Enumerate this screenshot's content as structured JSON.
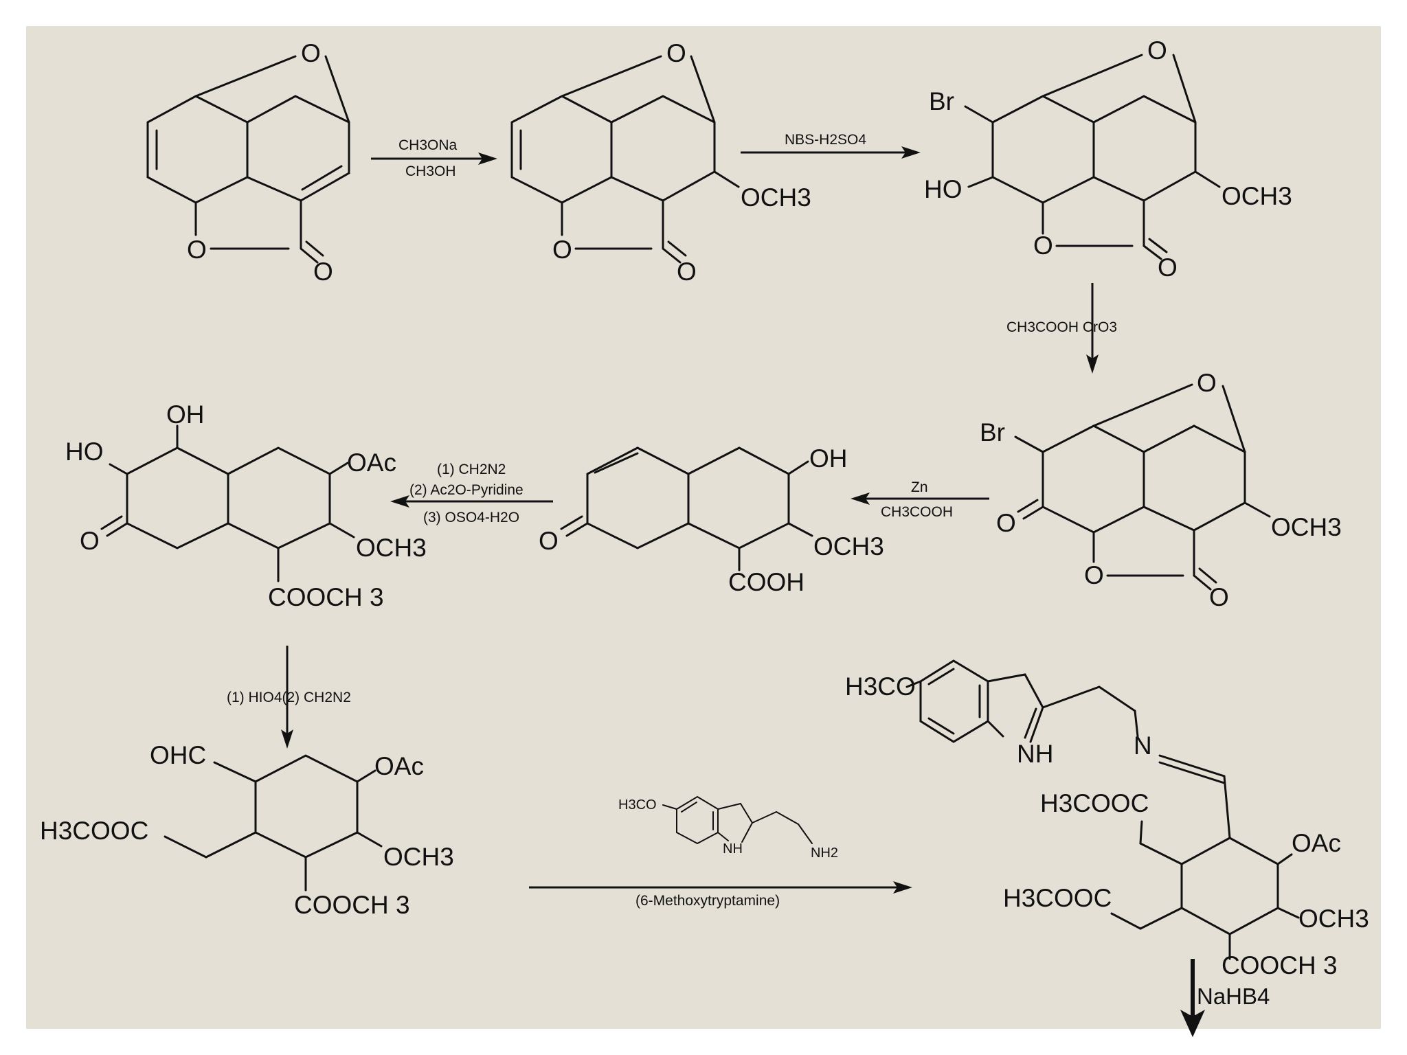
{
  "colors": {
    "panel": "#e4e0d6",
    "ink": "#111111",
    "page": "#ffffff"
  },
  "labels": {
    "o": "O",
    "och3": "OCH3",
    "br": "Br",
    "ho": "HO",
    "oh": "OH",
    "oac": "OAc",
    "cooh": "COOH",
    "cooch3": "COOCH 3",
    "ohc": "OHC",
    "h3cooc": "H3COOC",
    "h3co": "H3CO",
    "nh": "NH",
    "n": "N",
    "nh2": "NH2"
  },
  "reagents": {
    "step1_top": "CH3ONa",
    "step1_bottom": "CH3OH",
    "step2": "NBS-H2SO4",
    "step3": "CH3COOH CrO3",
    "step4_top": "Zn",
    "step4_bottom": "CH3COOH",
    "step5_line1": "(1) CH2N2",
    "step5_line2": "(2) Ac2O-Pyridine",
    "step5_line3": "(3) OSO4-H2O",
    "step6": "(1) HIO4(2) CH2N2",
    "step7": "(6-Methoxytryptamine)",
    "step8": "NaHB4"
  }
}
